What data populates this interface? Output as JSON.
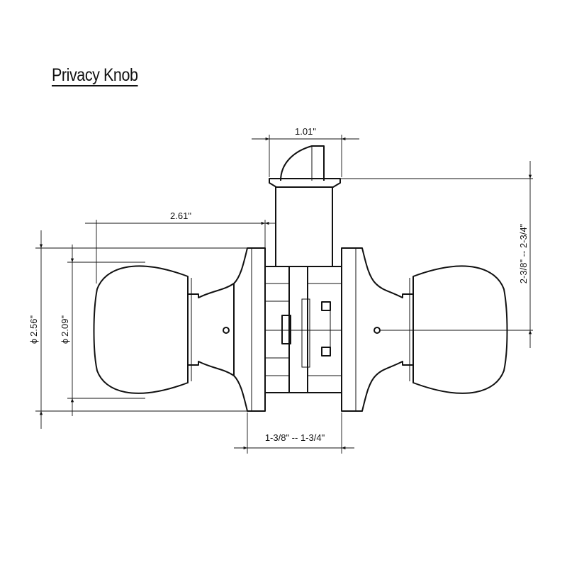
{
  "title": "Privacy Knob",
  "dimensions": {
    "latch_width": "1.01\"",
    "knob_projection": "2.61\"",
    "rose_diameter": "2.56\"",
    "knob_diameter": "2.09\"",
    "backset": "2-3/8\" -- 2-3/4\"",
    "door_thickness": "1-3/8\" -- 1-3/4\""
  },
  "diameter_symbol": "ϕ"
}
